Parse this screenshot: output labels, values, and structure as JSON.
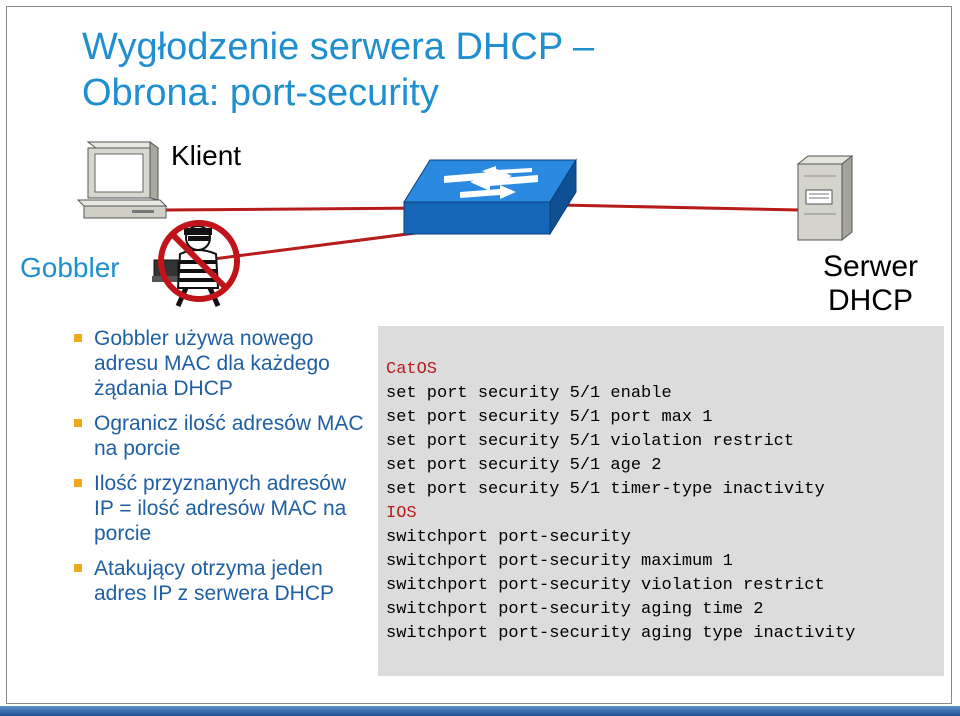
{
  "title": {
    "line1": "Wygłodzenie serwera DHCP –",
    "line2": "Obrona: port-security"
  },
  "labels": {
    "client": "Klient",
    "attacker": "Gobbler",
    "server_line1": "Serwer",
    "server_line2": "DHCP"
  },
  "bullets": [
    "Gobbler używa nowego adresu MAC dla każdego żądania DHCP",
    "Ogranicz ilość adresów MAC na porcie",
    "Ilość przyznanych adresów IP = ilość adresów MAC na porcie",
    "Atakujący otrzyma jeden adres IP z serwera DHCP"
  ],
  "code": {
    "catos_heading": "CatOS",
    "catos_lines": [
      "set port security 5/1 enable",
      "set port security 5/1 port max 1",
      "set port security 5/1 violation restrict",
      "set port security 5/1 age 2",
      "set port security 5/1 timer-type inactivity"
    ],
    "ios_heading": "IOS",
    "ios_lines": [
      "switchport port-security",
      "switchport port-security maximum 1",
      "switchport port-security violation restrict",
      "switchport port-security aging time 2",
      "switchport port-security aging type inactivity"
    ]
  },
  "colors": {
    "title": "#1f8fd0",
    "bullet_text": "#1f5fa3",
    "bullet_marker": "#f0a81c",
    "link_line": "#b71c1c",
    "code_background": "#dcdcdc",
    "switch": "#1e7fd6"
  },
  "icons": [
    "computer-icon",
    "gobbler-attacker-icon",
    "prohibited-icon",
    "switch-icon",
    "server-icon"
  ]
}
